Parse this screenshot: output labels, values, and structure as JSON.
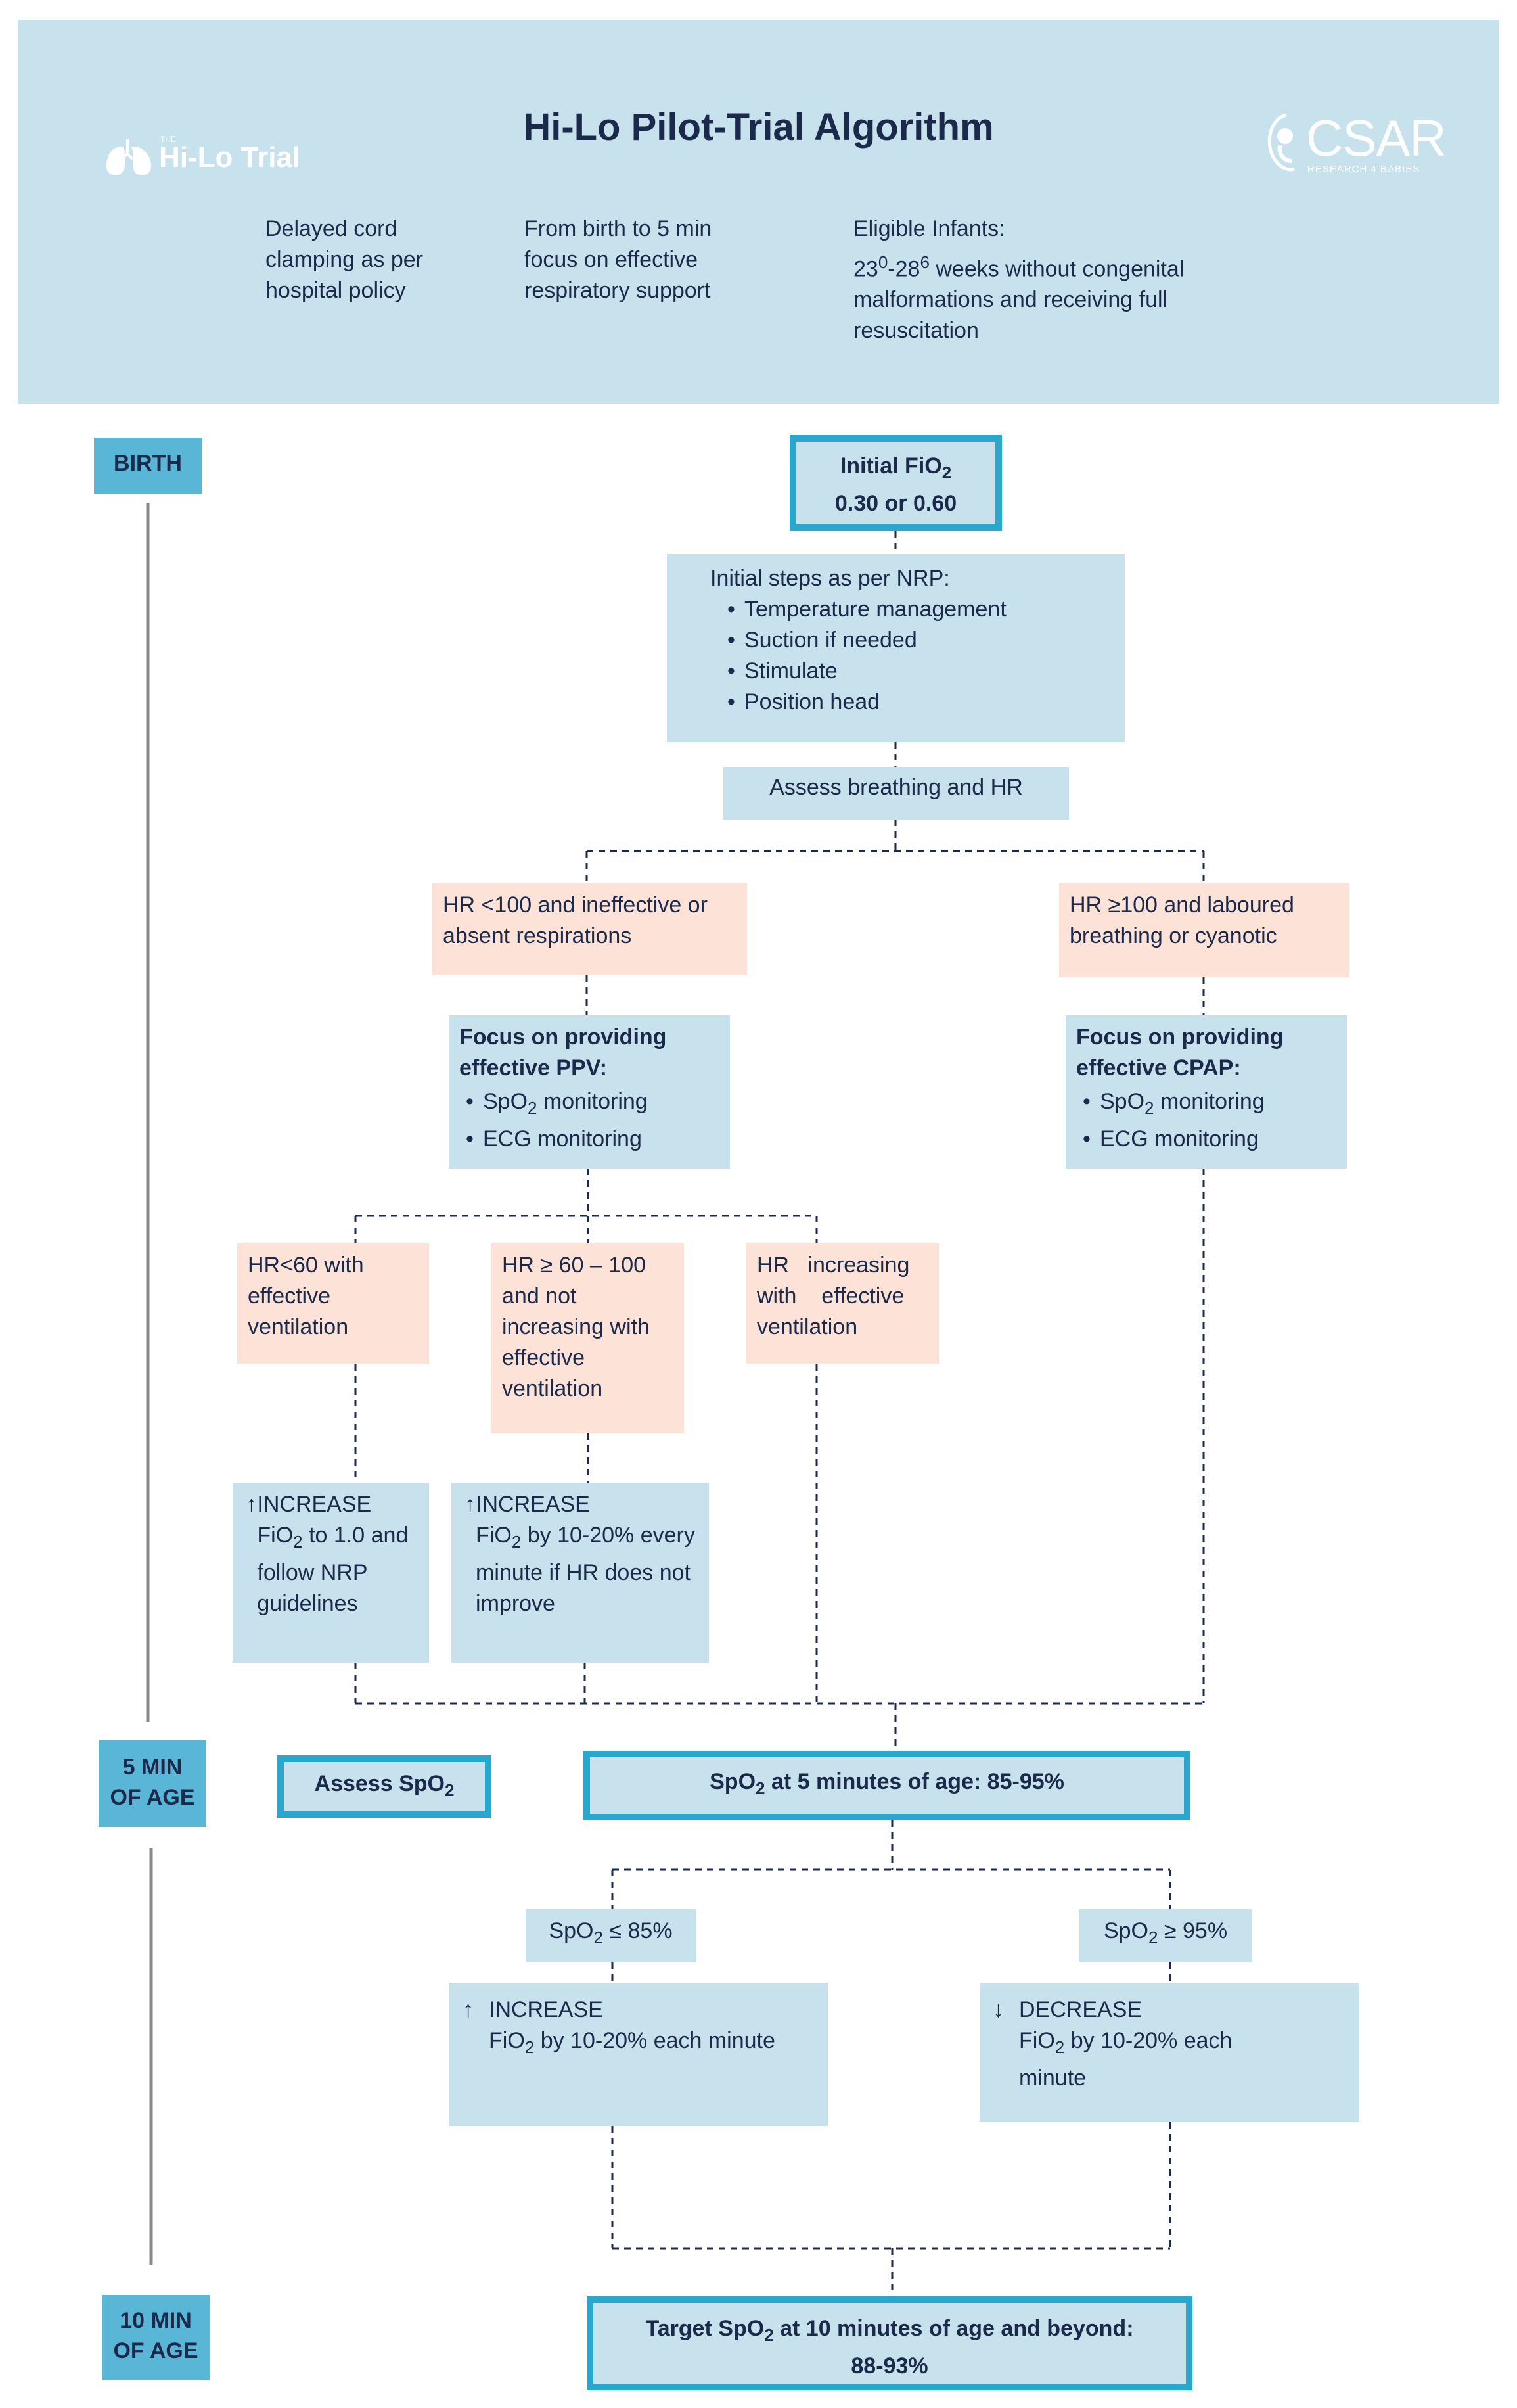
{
  "header": {
    "title": "Hi-Lo Pilot-Trial Algorithm",
    "logo_left_prefix": "THE",
    "logo_left_text": "Hi-Lo Trial",
    "logo_right_text": "CSAR",
    "logo_right_sub": "RESEARCH 4 BABIES",
    "col1": "Delayed cord clamping as per hospital policy",
    "col2": "From birth to 5 min focus on effective respiratory support",
    "col3_title": "Eligible Infants:",
    "col3_text": "weeks without congenital malformations and receiving  full resuscitation",
    "col3_ga_a": "23",
    "col3_ga_a_sup": "0",
    "col3_ga_b": "-28",
    "col3_ga_b_sup": "6"
  },
  "timeline": {
    "birth": "BIRTH",
    "five_min_1": "5 MIN",
    "five_min_2": "OF AGE",
    "ten_min_1": "10 MIN",
    "ten_min_2": "OF AGE"
  },
  "flow": {
    "initial_fio2_title": "Initial FiO",
    "initial_fio2_sub": "2",
    "initial_fio2_value": "0.30 or 0.60",
    "initial_steps_title": "Initial steps as per NRP:",
    "initial_steps": [
      "Temperature management",
      "Suction if needed",
      "Stimulate",
      "Position head"
    ],
    "assess_breathing": "Assess breathing and HR",
    "hr_low": "HR <100 and ineffective or absent respirations",
    "hr_high": "HR ≥100 and laboured breathing or cyanotic",
    "ppv_title": "Focus on providing effective PPV:",
    "cpap_title": "Focus on providing effective CPAP:",
    "monitor_spo2_a": "SpO",
    "monitor_spo2_sub": "2",
    "monitor_spo2_b": " monitoring",
    "monitor_ecg": "ECG monitoring",
    "hr_lt60": "HR<60 with effective ventilation",
    "hr_60_100": "HR ≥ 60 – 100 and not increasing with effective ventilation",
    "hr_increasing": "HR   increasing with    effective ventilation",
    "increase_label": "INCREASE",
    "inc1_a": "FiO",
    "inc1_b": " to 1.0 and follow NRP guidelines",
    "inc2_b": " by 10-20% every minute if HR does not improve",
    "assess_spo2_a": "Assess SpO",
    "spo2_5min_a": "SpO",
    "spo2_5min_b": " at 5 minutes of age: 85-95%",
    "spo2_low_a": "SpO",
    "spo2_low_b": " ≤ 85%",
    "spo2_high_a": "SpO",
    "spo2_high_b": " ≥ 95%",
    "inc3_b": " by 10-20% each minute",
    "decrease_label": "DECREASE",
    "dec_b": " by 10-20% each minute",
    "target_a": "Target SpO",
    "target_b": " at 10 minutes of age and beyond:",
    "target_c": "88-93%",
    "arrow_up": "↑",
    "arrow_down": "↓"
  },
  "colors": {
    "light_blue": "#c7e2ec",
    "pink": "#fde2d8",
    "outline_blue": "#2aa7cf",
    "label_blue": "#5ab6d6",
    "navy": "#1b2a4a"
  }
}
